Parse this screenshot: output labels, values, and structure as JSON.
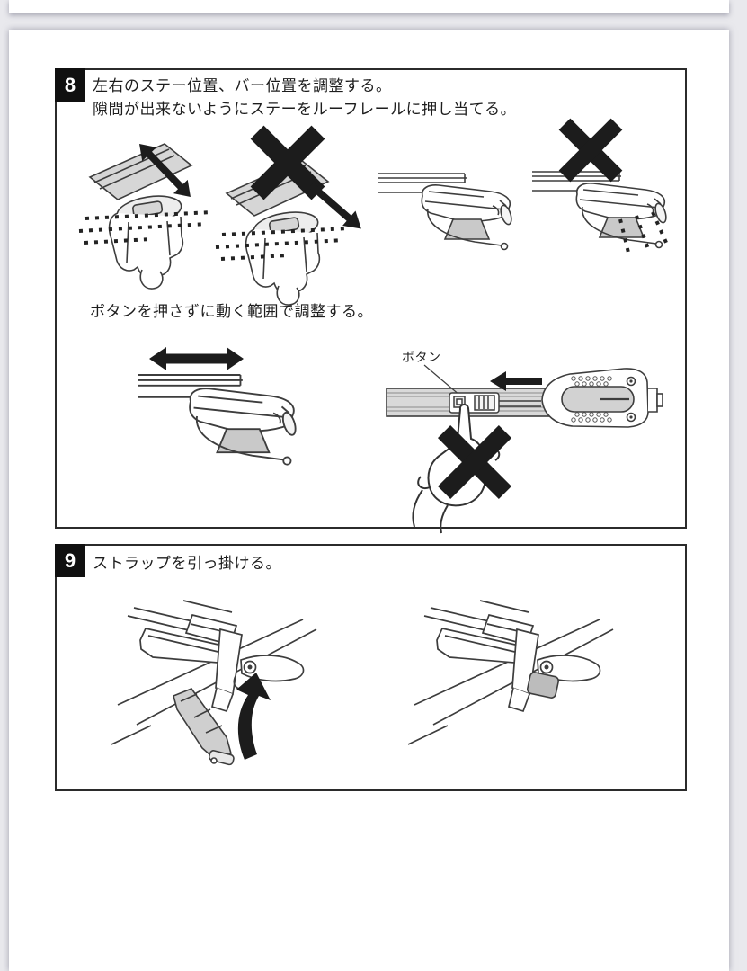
{
  "page": {
    "step8": {
      "number": "8",
      "line1": "左右のステー位置、バー位置を調整する。",
      "line2": "隙間が出来ないようにステーをルーフレールに押し当てる。",
      "note": "ボタンを押さずに動く範囲で調整する。",
      "button_callout": "ボタン"
    },
    "step9": {
      "number": "9",
      "line1": "ストラップを引っ掛ける。"
    },
    "colors": {
      "page_bg": "#ffffff",
      "outer_bg": "#e9e9ed",
      "ink": "#1d1d1d",
      "box_border": "#2b2b2b",
      "drawing_outline": "#3d3d3d",
      "drawing_gray": "#c9c9c9",
      "mark_black": "#1c1c1c"
    },
    "figures": {
      "step8_row1": [
        "bar-angle-adjust-ok",
        "bar-angle-adjust-prohibited",
        "stay-flush-ok",
        "stay-gap-prohibited"
      ],
      "step8_row2": [
        "slide-range-adjust",
        "button-do-not-press"
      ],
      "step9_row": [
        "strap-hook-action",
        "strap-hooked-result"
      ]
    }
  }
}
